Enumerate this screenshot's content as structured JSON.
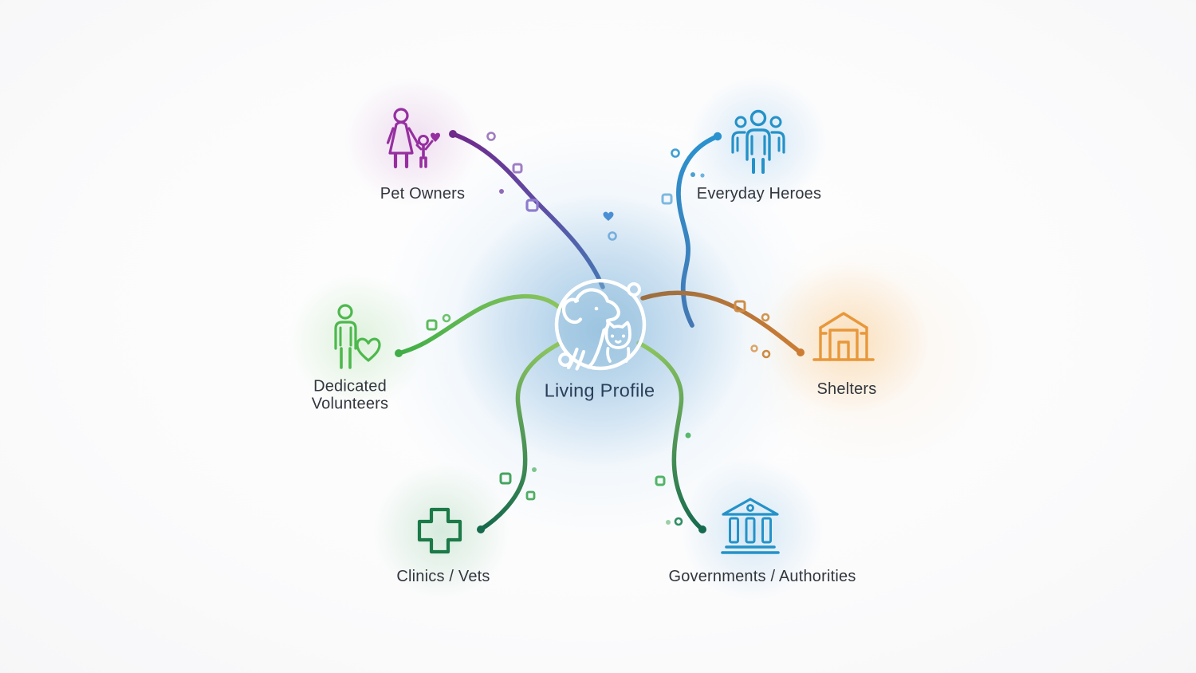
{
  "diagram": {
    "center": {
      "label": "Living Profile",
      "icon": "dog-cat-icon"
    },
    "nodes": [
      {
        "id": "pet-owners",
        "label": "Pet Owners",
        "icon": "parent-child-icon",
        "color": "#962fa0"
      },
      {
        "id": "everyday-heroes",
        "label": "Everyday Heroes",
        "icon": "people-group-icon",
        "color": "#2492c8"
      },
      {
        "id": "shelters",
        "label": "Shelters",
        "icon": "shelter-house-icon",
        "color": "#e8973a"
      },
      {
        "id": "dedicated-volunteers",
        "label": "Dedicated Volunteers",
        "icon": "volunteer-heart-icon",
        "color": "#4db84d"
      },
      {
        "id": "clinics-vets",
        "label": "Clinics / Vets",
        "icon": "medical-cross-icon",
        "color": "#1b7a47"
      },
      {
        "id": "governments-authorities",
        "label": "Governments / Authorities",
        "icon": "government-bank-icon",
        "color": "#2492c8"
      }
    ],
    "colors": {
      "purple": "#962fa0",
      "blue": "#2492c8",
      "orange": "#e8973a",
      "volunteer_green": "#4db84d",
      "clinic_green": "#1b7a47",
      "curve_purple": "#6f2a8c",
      "curve_blue_bright": "#2a93cf",
      "curve_blue": "#4478b4",
      "curve_orange_start": "#9c6e40",
      "curve_orange_end": "#cc7c33",
      "curve_green_light": "#8cc45f",
      "curve_green_start": "#3fae47",
      "curve_green_dark": "#166a4d",
      "heart_blue": "#4a8fd4",
      "center_text": "#2a3f58",
      "label_text": "#32363e",
      "center_glow": "#9ec6e4"
    }
  }
}
